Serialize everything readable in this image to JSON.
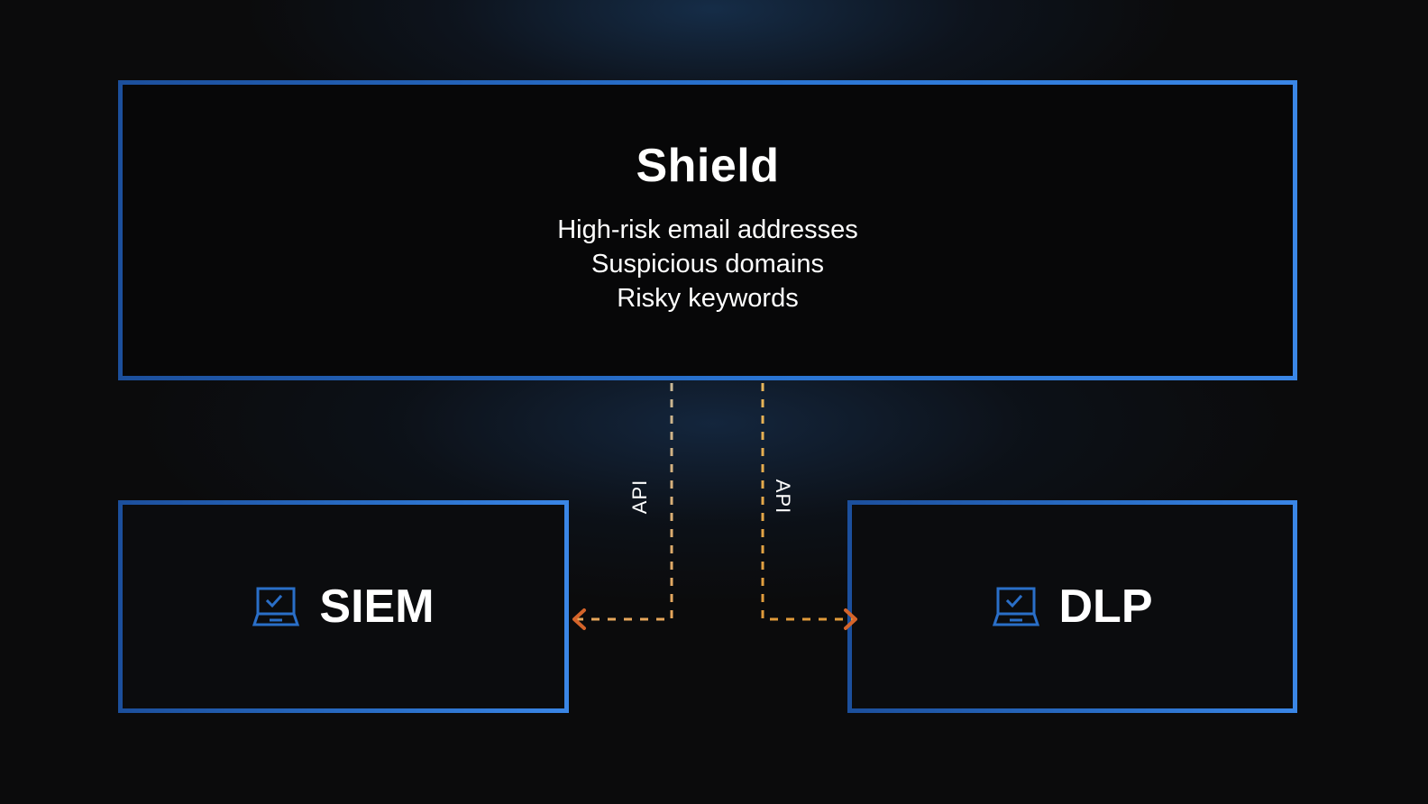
{
  "shield": {
    "title": "Shield",
    "items": [
      "High-risk email addresses",
      "Suspicious domains",
      "Risky keywords"
    ]
  },
  "siem": {
    "label": "SIEM",
    "icon": "laptop-check-icon"
  },
  "dlp": {
    "label": "DLP",
    "icon": "laptop-check-icon"
  },
  "connections": {
    "left_label": "API",
    "right_label": "API"
  },
  "colors": {
    "background": "#0b0b0c",
    "box_border": "#2a74d2",
    "connector_top": "#c9b896",
    "connector_bottom": "#e08a3a",
    "text": "#ffffff"
  }
}
